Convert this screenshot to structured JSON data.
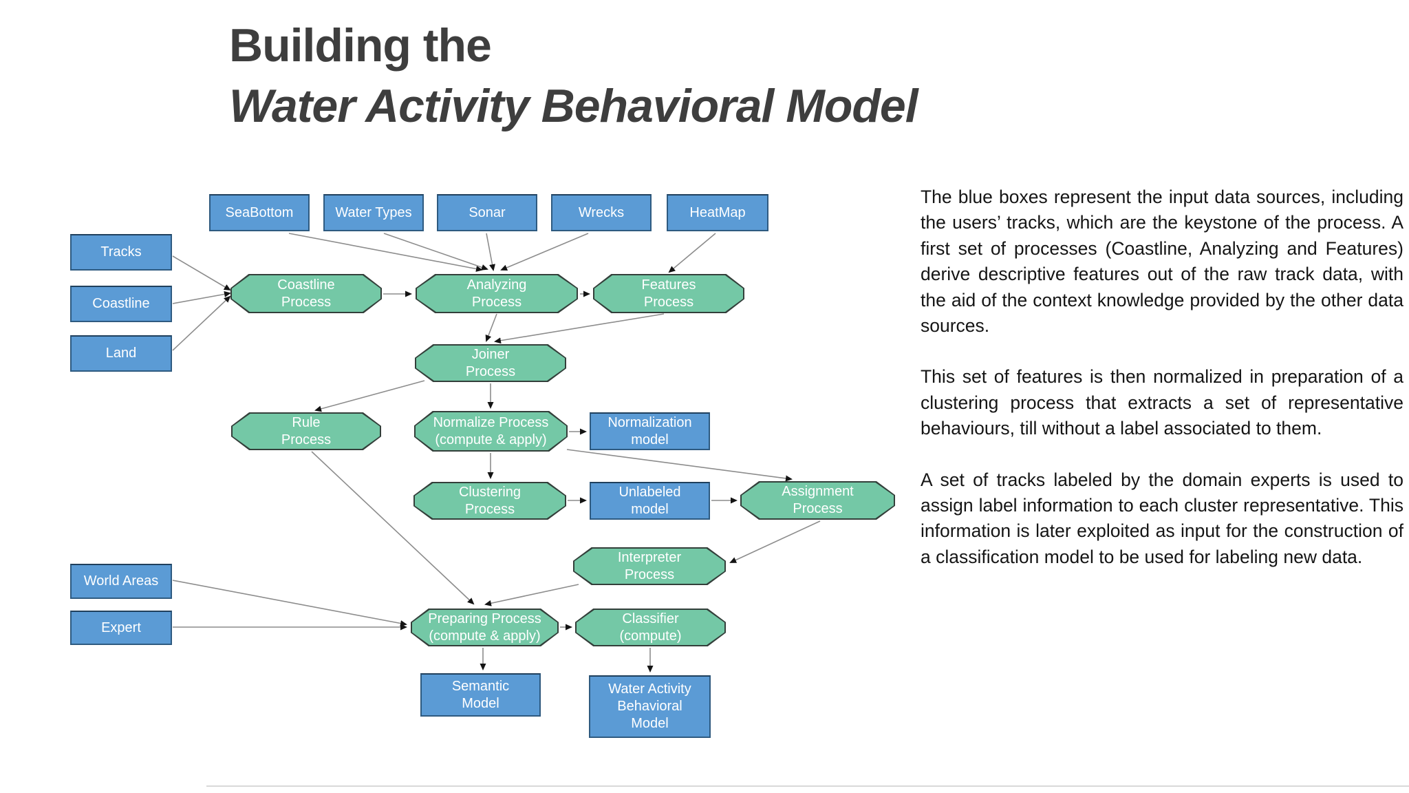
{
  "slide": {
    "title_line1": "Building the",
    "title_line2": "Water Activity Behavioral Model"
  },
  "diagram": {
    "sources": {
      "tracks": "Tracks",
      "coastline": "Coastline",
      "land": "Land",
      "seabottom": "SeaBottom",
      "water_types": "Water Types",
      "sonar": "Sonar",
      "wrecks": "Wrecks",
      "heatmap": "HeatMap",
      "world_areas": "World Areas",
      "expert": "Expert"
    },
    "processes": {
      "coastline": "Coastline\nProcess",
      "analyzing": "Analyzing\nProcess",
      "features": "Features\nProcess",
      "joiner": "Joiner\nProcess",
      "rule": "Rule\nProcess",
      "normalize": "Normalize Process\n(compute & apply)",
      "clustering": "Clustering\nProcess",
      "assignment": "Assignment\nProcess",
      "interpreter": "Interpreter\nProcess",
      "preparing": "Preparing Process\n(compute & apply)",
      "classifier": "Classifier\n(compute)"
    },
    "models": {
      "normalization": "Normalization\nmodel",
      "unlabeled": "Unlabeled\nmodel",
      "semantic": "Semantic\nModel",
      "wabm": "Water Activity\nBehavioral\nModel"
    },
    "colors": {
      "data_box_blue": "#5b9bd5",
      "data_box_border": "#2e5a80",
      "process_box_green": "#74c8a6",
      "process_box_border": "#333f3a",
      "arrow_gray": "#8c8c8c",
      "title_gray": "#3e3e3e"
    }
  },
  "notes": {
    "para1": "The blue boxes represent the input data sources, including the users’ tracks, which are the keystone of the process. A first set of processes (Coastline, Analyzing and Features) derive descriptive features out of the raw track data, with the aid of the context knowledge provided by the other data sources.",
    "para2": "This set of features is then normalized in preparation of a clustering process that extracts a set of representative behaviours, till without a label associated to them.",
    "para3": "A set of tracks labeled by the domain experts is used to assign label information to each cluster representative. This information is later exploited as input for the construction of a classification model to be used for labeling new data."
  }
}
